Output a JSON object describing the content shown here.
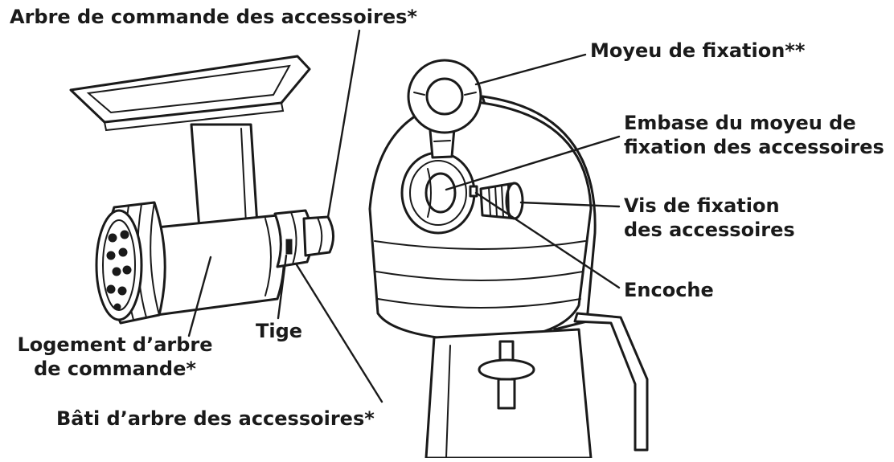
{
  "labels": {
    "drive_shaft": "Arbre de commande des accessoires*",
    "hub_cover": "Moyeu de fixation**",
    "hub_socket_line1": "Embase du moyeu de",
    "hub_socket_line2": "fixation des accessoires",
    "knob_line1": "Vis de fixation",
    "knob_line2": "des accessoires",
    "notch": "Encoche",
    "pin": "Tige",
    "housing_line1": "Logement d’arbre",
    "housing_line2": "de commande*",
    "frame": "Bâti d’arbre des accessoires*"
  }
}
